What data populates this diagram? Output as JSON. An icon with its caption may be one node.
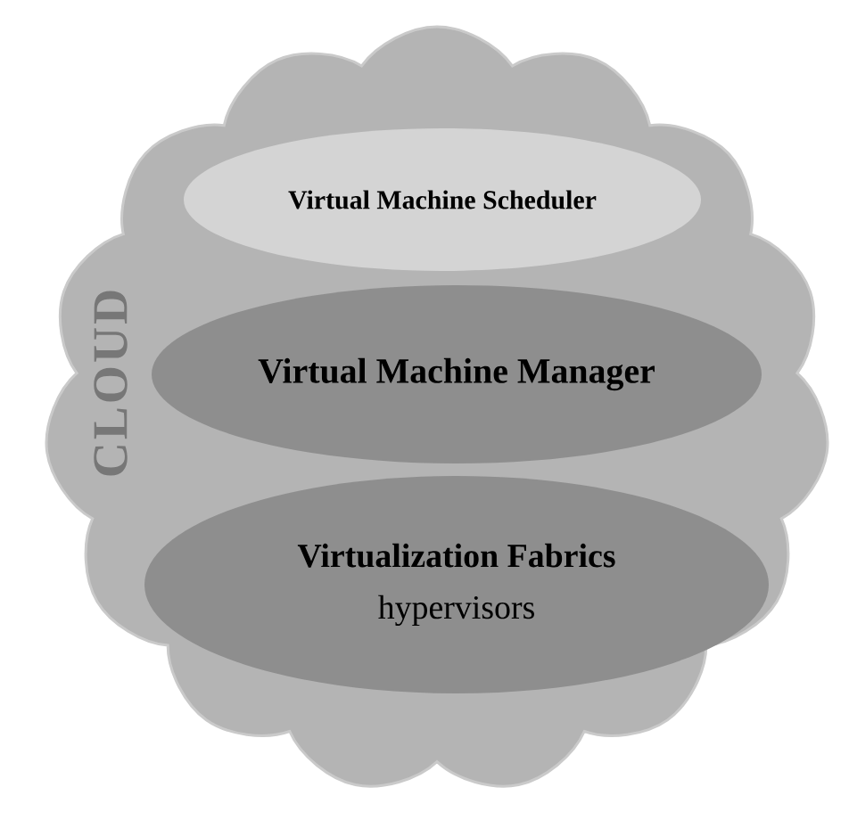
{
  "diagram": {
    "nodes": [
      {
        "text": [
          "CLOUD"
        ]
      },
      {
        "text": [
          "Virtual Machine Scheduler"
        ],
        "in": 0
      },
      {
        "text": [
          "Virtual Machine Manager"
        ],
        "in": 0
      },
      {
        "text": [
          "Virtualization Fabrics",
          "hypervisors"
        ],
        "in": 0
      }
    ]
  }
}
